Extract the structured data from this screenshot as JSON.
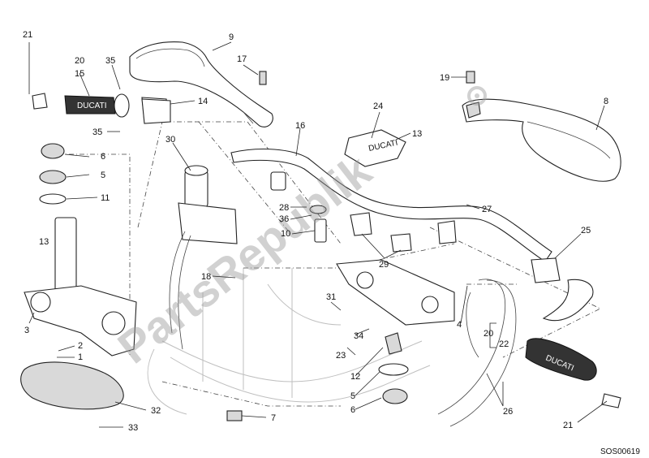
{
  "diagram_code": "SOS00619",
  "watermark": "PartsRepublik",
  "grip_brand": "DUCATI",
  "callouts": [
    {
      "id": "c21a",
      "text": "21"
    },
    {
      "id": "c20a",
      "text": "20"
    },
    {
      "id": "c15",
      "text": "15"
    },
    {
      "id": "c35a",
      "text": "35"
    },
    {
      "id": "c35b",
      "text": "35"
    },
    {
      "id": "c9",
      "text": "9"
    },
    {
      "id": "c17",
      "text": "17"
    },
    {
      "id": "c14",
      "text": "14"
    },
    {
      "id": "c16",
      "text": "16"
    },
    {
      "id": "c19",
      "text": "19"
    },
    {
      "id": "c24",
      "text": "24"
    },
    {
      "id": "c13a",
      "text": "13"
    },
    {
      "id": "c8",
      "text": "8"
    },
    {
      "id": "c6a",
      "text": "6"
    },
    {
      "id": "c5a",
      "text": "5"
    },
    {
      "id": "c11",
      "text": "11"
    },
    {
      "id": "c30",
      "text": "30"
    },
    {
      "id": "c28",
      "text": "28"
    },
    {
      "id": "c36",
      "text": "36"
    },
    {
      "id": "c10",
      "text": "10"
    },
    {
      "id": "c27",
      "text": "27"
    },
    {
      "id": "c13b",
      "text": "13"
    },
    {
      "id": "c25",
      "text": "25"
    },
    {
      "id": "c29",
      "text": "29"
    },
    {
      "id": "c18",
      "text": "18"
    },
    {
      "id": "c3",
      "text": "3"
    },
    {
      "id": "c2",
      "text": "2"
    },
    {
      "id": "c1",
      "text": "1"
    },
    {
      "id": "c31",
      "text": "31"
    },
    {
      "id": "c34",
      "text": "34"
    },
    {
      "id": "c23",
      "text": "23"
    },
    {
      "id": "c4",
      "text": "4"
    },
    {
      "id": "c12",
      "text": "12"
    },
    {
      "id": "c20b",
      "text": "20"
    },
    {
      "id": "c22",
      "text": "22"
    },
    {
      "id": "c5b",
      "text": "5"
    },
    {
      "id": "c6b",
      "text": "6"
    },
    {
      "id": "c26",
      "text": "26"
    },
    {
      "id": "c32",
      "text": "32"
    },
    {
      "id": "c7",
      "text": "7"
    },
    {
      "id": "c33",
      "text": "33"
    },
    {
      "id": "c21b",
      "text": "21"
    }
  ]
}
